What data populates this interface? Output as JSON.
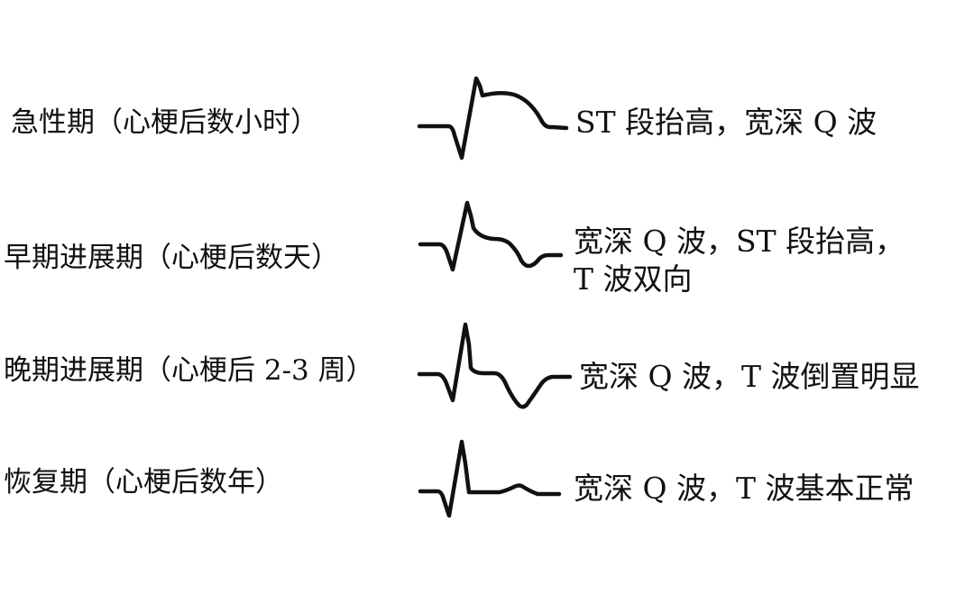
{
  "diagram": {
    "type": "ecg-evolution-of-myocardial-infarction",
    "stages": [
      {
        "id": "acute",
        "label": "急性期（心梗后数小时）",
        "description_lines": [
          "ST 段抬高，宽深 Q 波"
        ],
        "waveform": "deep-q-wave-with-marked-st-elevation"
      },
      {
        "id": "early-evolving",
        "label": "早期进展期（心梗后数天）",
        "description_lines": [
          "宽深 Q 波，ST 段抬高，",
          "T 波双向"
        ],
        "waveform": "deep-q-wave-st-elevation-biphasic-t"
      },
      {
        "id": "late-evolving",
        "label": "晚期进展期（心梗后 2-3 周）",
        "description_lines": [
          "宽深 Q 波，T 波倒置明显"
        ],
        "waveform": "deep-q-wave-deep-inverted-t"
      },
      {
        "id": "recovery",
        "label": "恢复期（心梗后数年）",
        "description_lines": [
          "宽深 Q 波，T 波基本正常"
        ],
        "waveform": "deep-q-wave-normal-t"
      }
    ]
  }
}
